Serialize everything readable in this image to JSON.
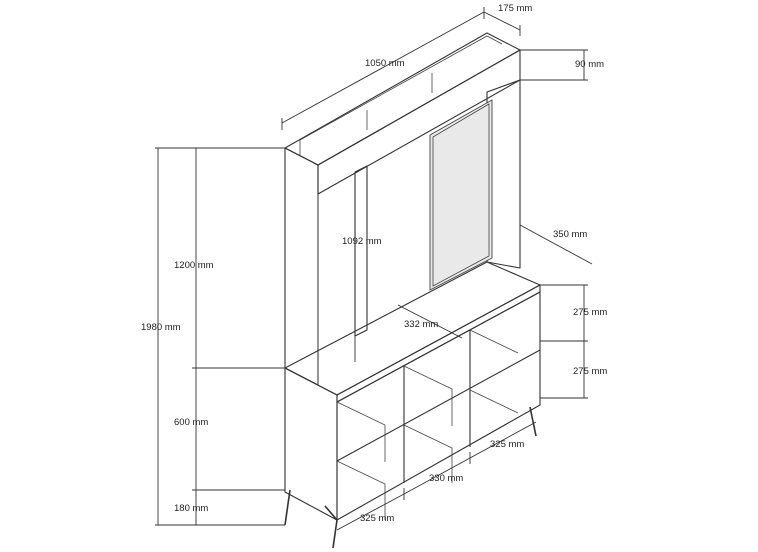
{
  "dimensions": {
    "width_total": "1050 mm",
    "depth_top": "175 mm",
    "top_shelf_height": "90 mm",
    "upper_height": "1200 mm",
    "total_height": "1980 mm",
    "hanger_height": "1092 mm",
    "base_depth": "350 mm",
    "inner_depth": "332 mm",
    "cube_height_upper": "275 mm",
    "cube_height_lower": "275 mm",
    "lower_height": "600 mm",
    "leg_height": "180 mm",
    "cube_width_right": "325 mm",
    "cube_width_middle": "330 mm",
    "cube_width_left": "325 mm"
  },
  "colors": {
    "line": "#333333",
    "panel": "#e9e9e9",
    "background": "#ffffff"
  }
}
